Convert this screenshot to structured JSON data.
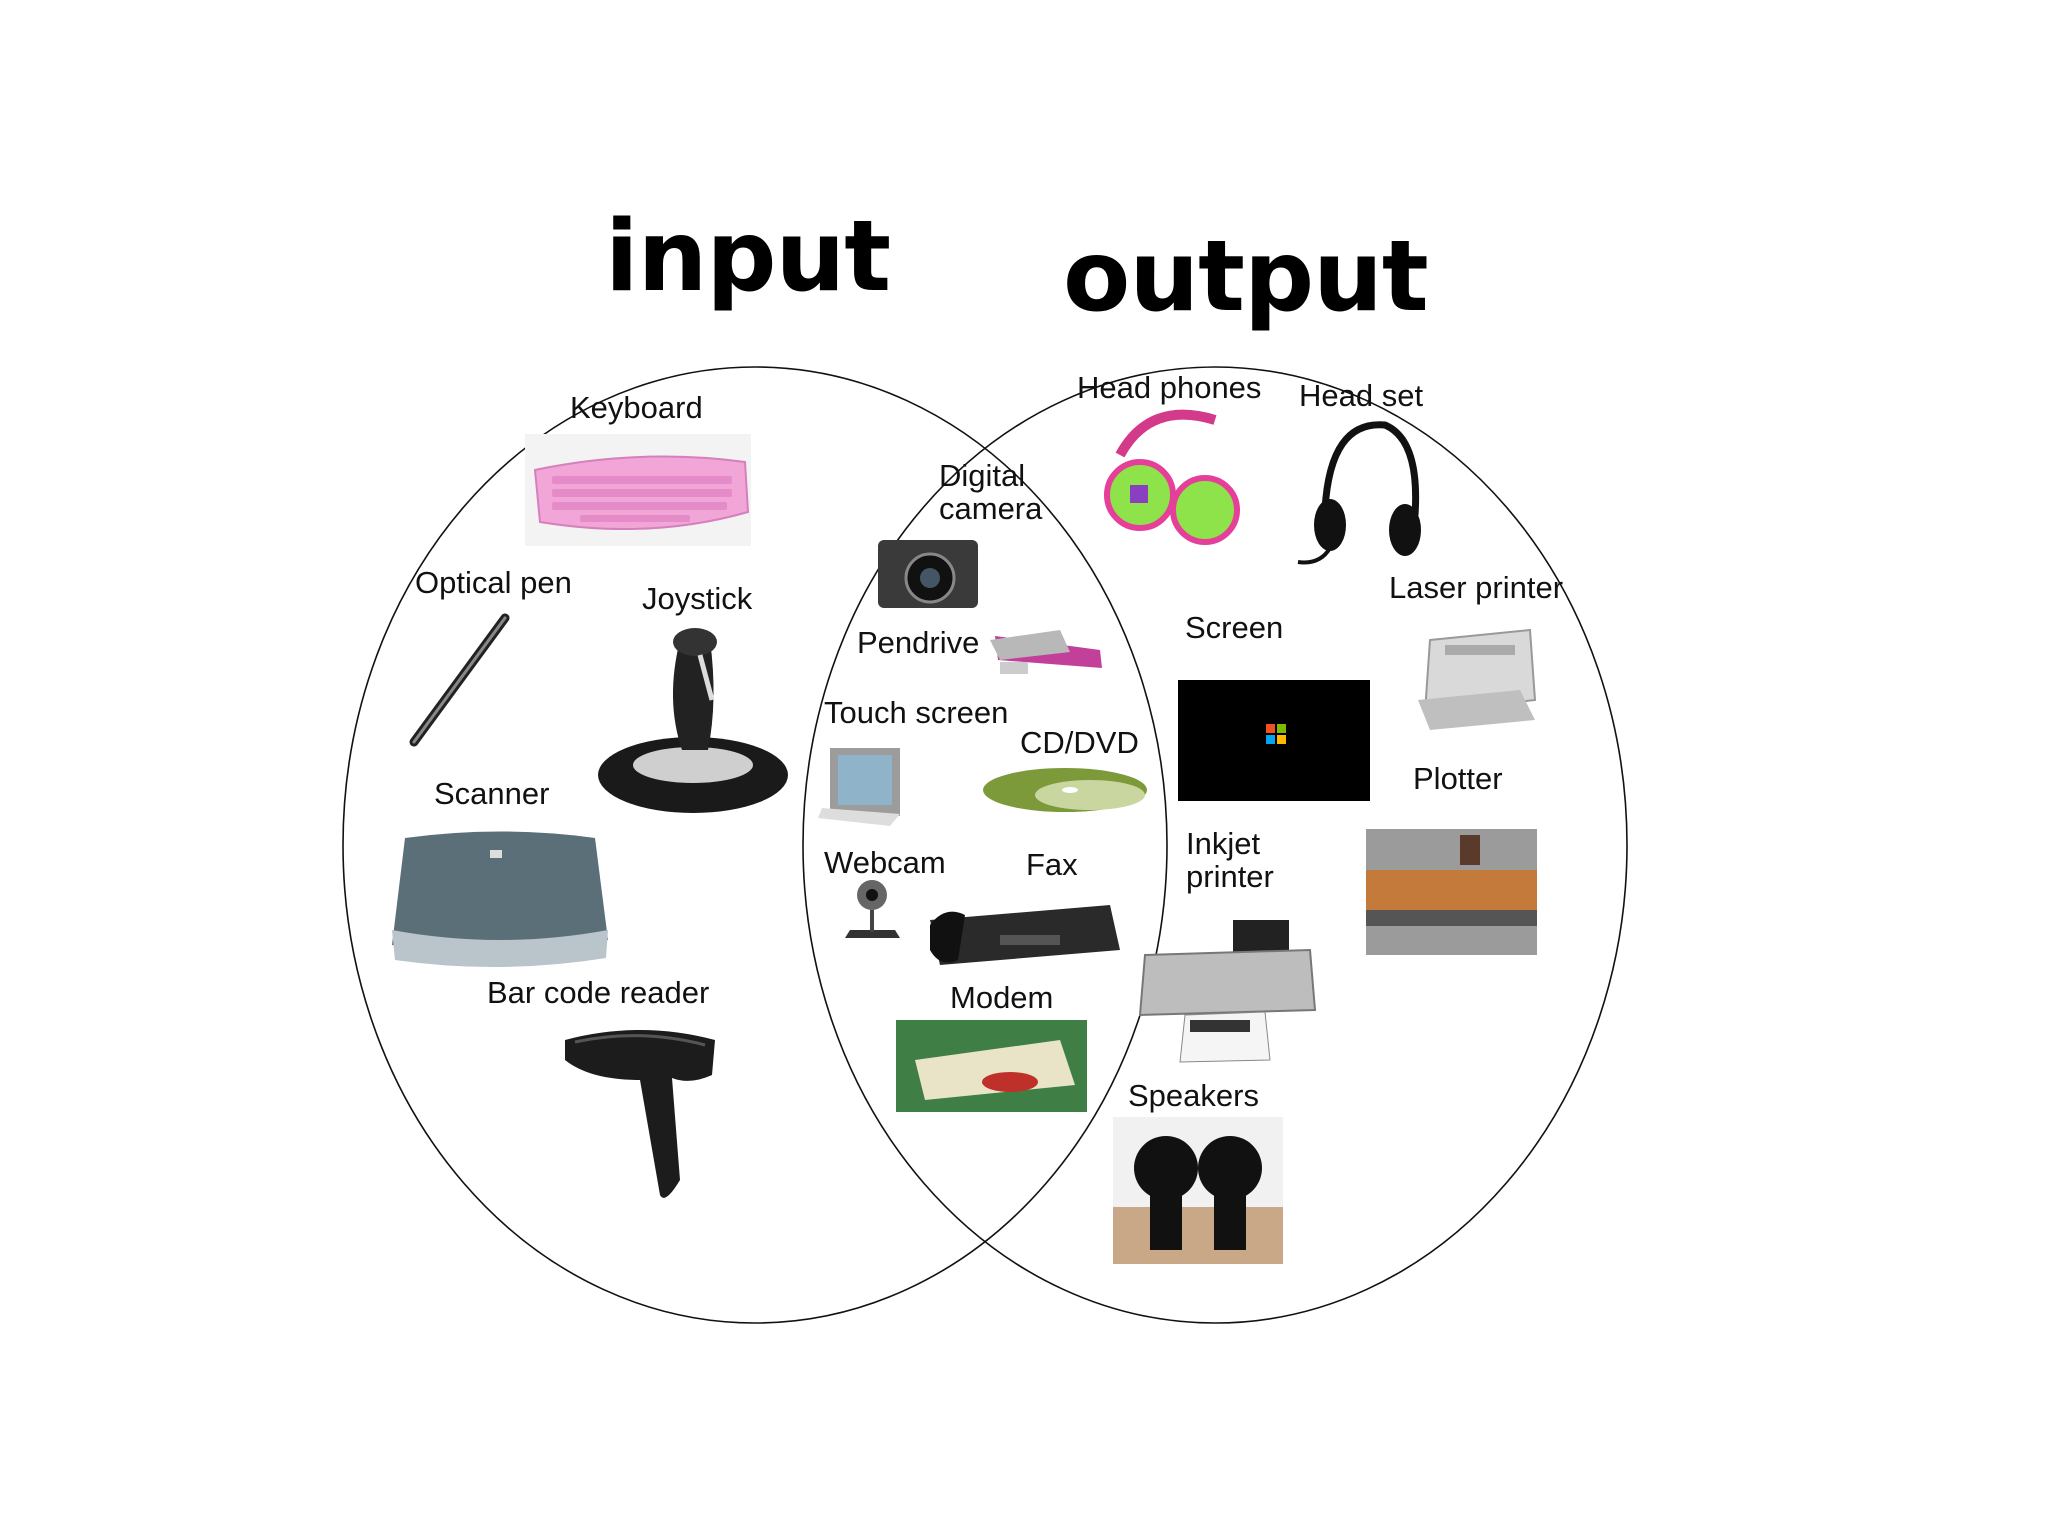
{
  "diagram": {
    "type": "venn",
    "sets": {
      "input": "input",
      "output": "output"
    },
    "items": {
      "keyboard": "Keyboard",
      "optical_pen": "Optical pen",
      "joystick": "Joystick",
      "scanner": "Scanner",
      "bar_code_reader": "Bar code reader",
      "digital_camera": "Digital\ncamera",
      "pendrive": "Pendrive",
      "touch_screen": "Touch screen",
      "cd_dvd": "CD/DVD",
      "webcam": "Webcam",
      "fax": "Fax",
      "modem": "Modem",
      "head_phones": "Head phones",
      "head_set": "Head set",
      "screen": "Screen",
      "laser_printer": "Laser printer",
      "plotter": "Plotter",
      "inkjet_printer": "Inkjet\nprinter",
      "speakers": "Speakers"
    },
    "colors": {
      "outline": "#111111",
      "keyboard": "#f2a6d8",
      "headphones": "#8fe34a",
      "screen_bg": "#000000",
      "pendrive": "#c2409a"
    }
  }
}
